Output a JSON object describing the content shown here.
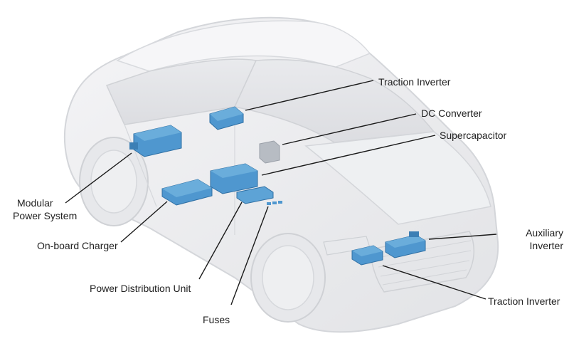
{
  "labels": {
    "traction_inverter_top": "Traction Inverter",
    "dc_converter": "DC Converter",
    "supercapacitor": "Supercapacitor",
    "modular_power_system_line1": "Modular",
    "modular_power_system_line2": "Power System",
    "onboard_charger": "On-board Charger",
    "power_distribution_unit": "Power Distribution Unit",
    "fuses": "Fuses",
    "auxiliary_inverter_line1": "Auxiliary",
    "auxiliary_inverter_line2": "Inverter",
    "traction_inverter_bottom": "Traction Inverter"
  },
  "colors": {
    "component_blue": "#4f97cf",
    "component_blue_dark": "#2f6fa3",
    "car_body": "#ececee",
    "car_outline": "#d4d6da",
    "leader_line": "#1a1a1a"
  }
}
